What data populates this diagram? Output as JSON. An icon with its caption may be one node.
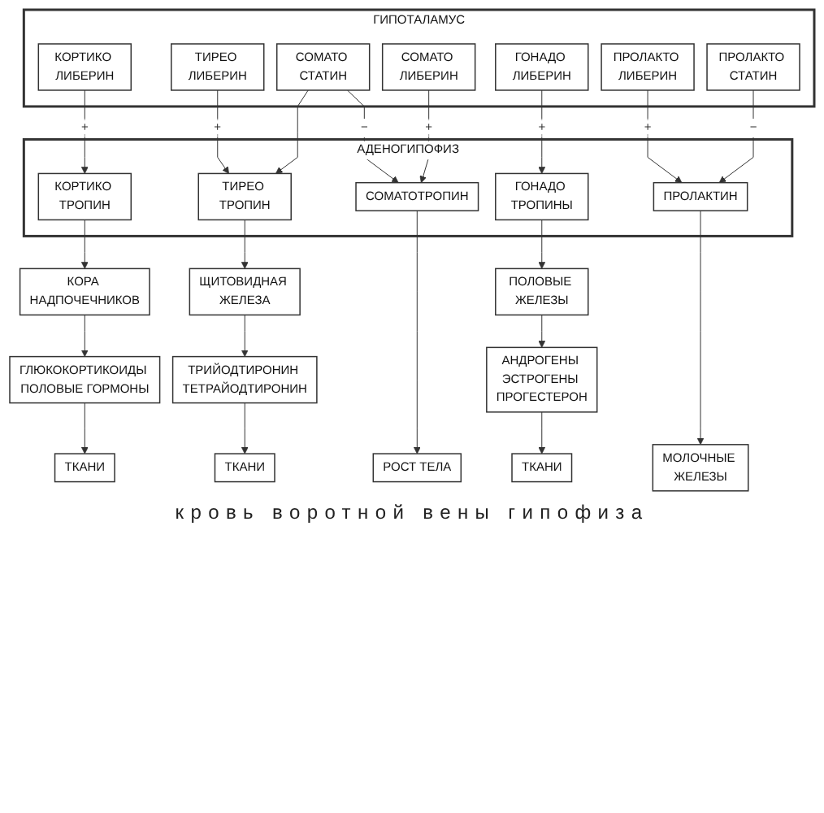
{
  "diagram": {
    "nodes": [
      {
        "text": [
          "ГИПОТАЛАМУС"
        ]
      },
      {
        "text": [
          "КОРТИКО ЛИБЕРИН"
        ],
        "in": 0
      },
      {
        "text": [
          "ТИРЕО ЛИБЕРИН"
        ],
        "in": 0
      },
      {
        "text": [
          "СОМАТО СТАТИН"
        ],
        "in": 0
      },
      {
        "text": [
          "СОМАТО ЛИБЕРИН"
        ],
        "in": 0
      },
      {
        "text": [
          "ГОНАДО ЛИБЕРИН"
        ],
        "in": 0
      },
      {
        "text": [
          "ПРОЛАКТО ЛИБЕРИН"
        ],
        "in": 0
      },
      {
        "text": [
          "ПРОЛАКТО СТАТИН"
        ],
        "in": 0
      },
      {
        "text": [
          "АДЕНОГИПОФИЗ"
        ]
      },
      {
        "text": [
          "КОРТИКО ТРОПИН"
        ],
        "in": 8
      },
      {
        "text": [
          "ТИРЕО ТРОПИН"
        ],
        "in": 8
      },
      {
        "text": [
          "СОМАТОТРОПИН"
        ],
        "in": 8
      },
      {
        "text": [
          "ГОНАДО ТРОПИНЫ"
        ],
        "in": 8
      },
      {
        "text": [
          "ПРОЛАКТИН"
        ],
        "in": 8
      },
      {
        "text": [
          "КОРА НАДПОЧЕЧНИКОВ"
        ]
      },
      {
        "text": [
          "ЩИТОВИДНАЯ ЖЕЛЕЗА"
        ]
      },
      {
        "text": [
          "ПОЛОВЫЕ ЖЕЛЕЗЫ"
        ]
      },
      {
        "text": [
          "ГЛЮКОКОРТИКОИДЫ ПОЛОВЫЕ ГОРМОНЫ"
        ]
      },
      {
        "text": [
          "ТРИЙОДТИРОНИН ТЕТРАЙОДТИРОНИН"
        ]
      },
      {
        "text": [
          "АНДРОГЕНЫ ЭСТРОГЕНЫ ПРОГЕСТЕРОН"
        ]
      },
      {
        "text": [
          "ТКАНИ"
        ]
      },
      {
        "text": [
          "ТКАНИ"
        ]
      },
      {
        "text": [
          "РОСТ ТЕЛА"
        ]
      },
      {
        "text": [
          "ТКАНИ"
        ]
      },
      {
        "text": [
          "МОЛОЧНЫЕ ЖЕЛЕЗЫ"
        ]
      }
    ],
    "edges": [
      {
        "from": 1,
        "to": 9,
        "arrow": "to",
        "label": "+"
      },
      {
        "from": 2,
        "to": 10,
        "arrow": "to",
        "label": "+"
      },
      {
        "from": 3,
        "to": 11,
        "arrow": "to",
        "label": "−"
      },
      {
        "from": 3,
        "to": 10,
        "arrow": "to"
      },
      {
        "from": 4,
        "to": 11,
        "arrow": "to",
        "label": "+"
      },
      {
        "from": 5,
        "to": 12,
        "arrow": "to",
        "label": "+"
      },
      {
        "from": 6,
        "to": 13,
        "arrow": "to",
        "label": "+"
      },
      {
        "from": 7,
        "to": 13,
        "arrow": "to",
        "label": "−"
      },
      {
        "from": 9,
        "to": 14,
        "arrow": "to"
      },
      {
        "from": 10,
        "to": 15,
        "arrow": "to"
      },
      {
        "from": 11,
        "to": 22,
        "arrow": "to"
      },
      {
        "from": 12,
        "to": 16,
        "arrow": "to"
      },
      {
        "from": 13,
        "to": 24,
        "arrow": "to"
      },
      {
        "from": 14,
        "to": 17,
        "arrow": "to"
      },
      {
        "from": 15,
        "to": 18,
        "arrow": "to"
      },
      {
        "from": 16,
        "to": 19,
        "arrow": "to"
      },
      {
        "from": 17,
        "to": 20,
        "arrow": "to"
      },
      {
        "from": 18,
        "to": 21,
        "arrow": "to"
      },
      {
        "from": 19,
        "to": 23,
        "arrow": "to"
      }
    ],
    "labels": [
      "кровь воротной вены гипофиза"
    ]
  }
}
